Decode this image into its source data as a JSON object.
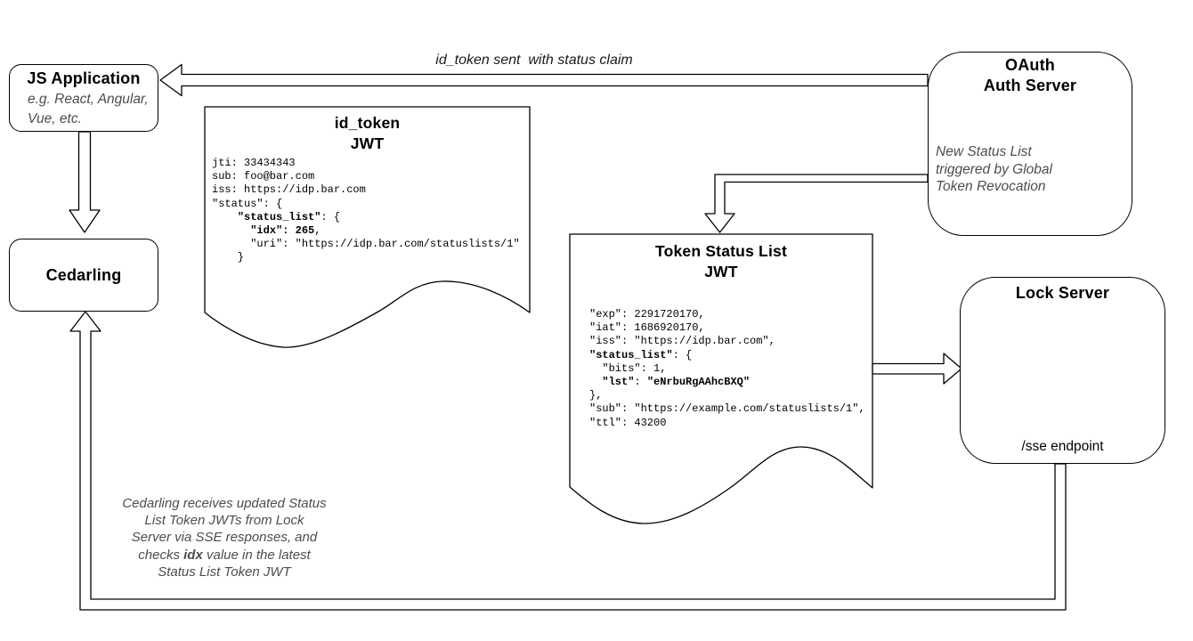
{
  "top_arrow": {
    "label": "id_token sent  with status claim"
  },
  "js_app": {
    "title": "JS Application",
    "subtitle": "e.g. React, Angular,\nVue, etc."
  },
  "cedarling": {
    "title": "Cedarling"
  },
  "oauth_server": {
    "title": "OAuth\nAuth Server",
    "note": "New Status List\ntriggered by Global\nToken Revocation"
  },
  "lock_server": {
    "title": "Lock Server",
    "endpoint_label": "/sse endpoint"
  },
  "id_token_doc": {
    "title": "id_token\nJWT",
    "code": [
      [
        {
          "t": "jti: 33434343"
        }
      ],
      [
        {
          "t": "sub: foo@bar.com"
        }
      ],
      [
        {
          "t": "iss: https://idp.bar.com"
        }
      ],
      [
        {
          "t": "\"status\": {"
        }
      ],
      [
        {
          "t": "    "
        },
        {
          "t": "\"status_list\"",
          "b": true
        },
        {
          "t": ": {"
        }
      ],
      [
        {
          "t": "      "
        },
        {
          "t": "\"idx\": 265",
          "b": true
        },
        {
          "t": ","
        }
      ],
      [
        {
          "t": "      \"uri\": \"https://idp.bar.com/statuslists/1\""
        }
      ],
      [
        {
          "t": "    }"
        }
      ]
    ]
  },
  "token_status_doc": {
    "title": "Token Status List\nJWT",
    "code": [
      [
        {
          "t": "\"exp\": 2291720170,"
        }
      ],
      [
        {
          "t": "\"iat\": 1686920170,"
        }
      ],
      [
        {
          "t": "\"iss\": \"https://idp.bar.com\","
        }
      ],
      [
        {
          "t": "\"status_list\"",
          "b": true
        },
        {
          "t": ": {"
        }
      ],
      [
        {
          "t": "  \"bits\": 1,"
        }
      ],
      [
        {
          "t": "  "
        },
        {
          "t": "\"lst\"",
          "b": true
        },
        {
          "t": ": "
        },
        {
          "t": "\"eNrbuRgAAhcBXQ\"",
          "b": true
        }
      ],
      [
        {
          "t": "},"
        }
      ],
      [
        {
          "t": "\"sub\": \"https://example.com/statuslists/1\","
        }
      ],
      [
        {
          "t": "\"ttl\": 43200"
        }
      ]
    ]
  },
  "bottom_note": {
    "lines": [
      [
        {
          "t": "Cedarling receives updated Status"
        }
      ],
      [
        {
          "t": "List Token JWTs from Lock"
        }
      ],
      [
        {
          "t": "Server via SSE responses, and"
        }
      ],
      [
        {
          "t": "checks "
        },
        {
          "t": "idx",
          "b": true
        },
        {
          "t": " value in the latest"
        }
      ],
      [
        {
          "t": "Status List Token JWT"
        }
      ]
    ]
  }
}
